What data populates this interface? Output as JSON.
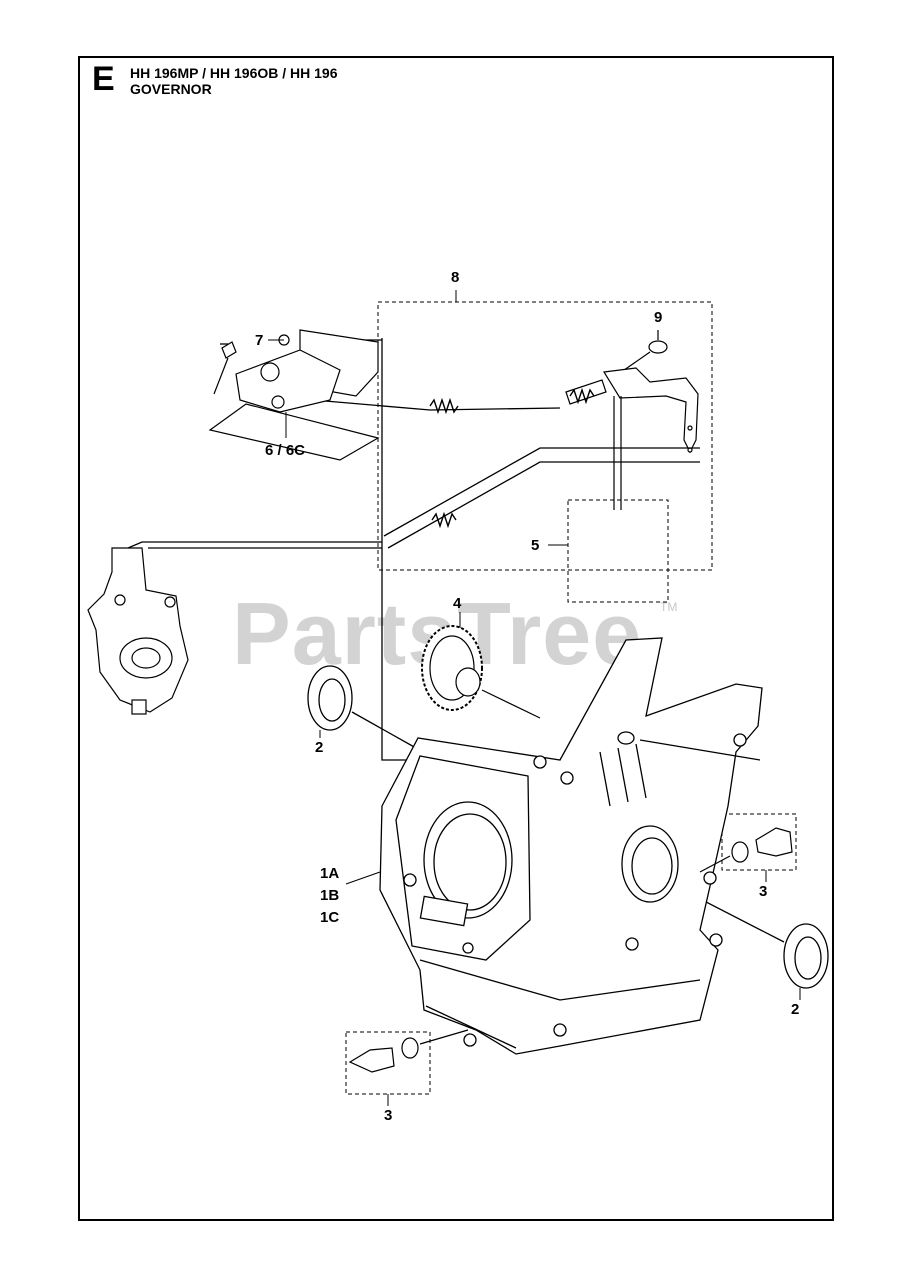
{
  "header": {
    "section_letter": "E",
    "models": "HH 196MP / HH 196OB / HH 196",
    "title": "GOVERNOR"
  },
  "watermark": {
    "text": "PartsTree",
    "trademark": "TM"
  },
  "callouts": {
    "c8": "8",
    "c9": "9",
    "c7": "7",
    "c6": "6 / 6C",
    "c5": "5",
    "c4": "4",
    "c2a": "2",
    "c1a": "1A",
    "c1b": "1B",
    "c1c": "1C",
    "c3a": "3",
    "c2b": "2",
    "c3b": "3"
  }
}
